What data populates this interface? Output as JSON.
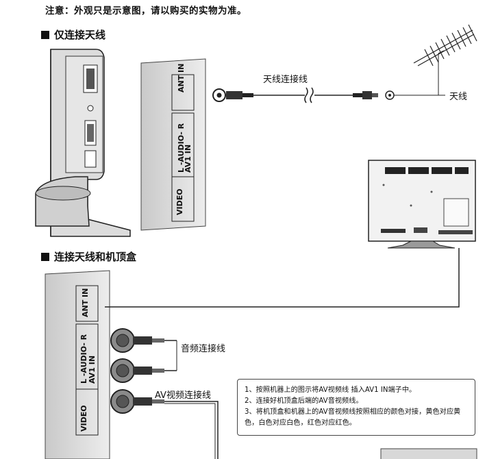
{
  "note": "注意：外观只是示意图，请以购买的实物为准。",
  "sections": {
    "antenna_only": "仅连接天线",
    "antenna_and_stb": "连接天线和机顶盒"
  },
  "panel_labels": {
    "ant_in": "ANT IN",
    "audio": "L -AUDIO- R",
    "av1_in": "AV1 IN",
    "video": "VIDEO"
  },
  "callouts": {
    "antenna_cable": "天线连接线",
    "antenna": "天线",
    "audio_cable": "音频连接线",
    "av_video_cable": "AV视频连接线"
  },
  "instructions": [
    "1、按照机器上的图示将AV视频线 插入AV1 IN端子中。",
    "2、连接好机顶盒后端的AV音视频线。",
    "3、将机顶盒和机器上的AV音视频线按照相应的颜色对接，黄色对应黄色，白色对应白色，红色对应红色。"
  ]
}
